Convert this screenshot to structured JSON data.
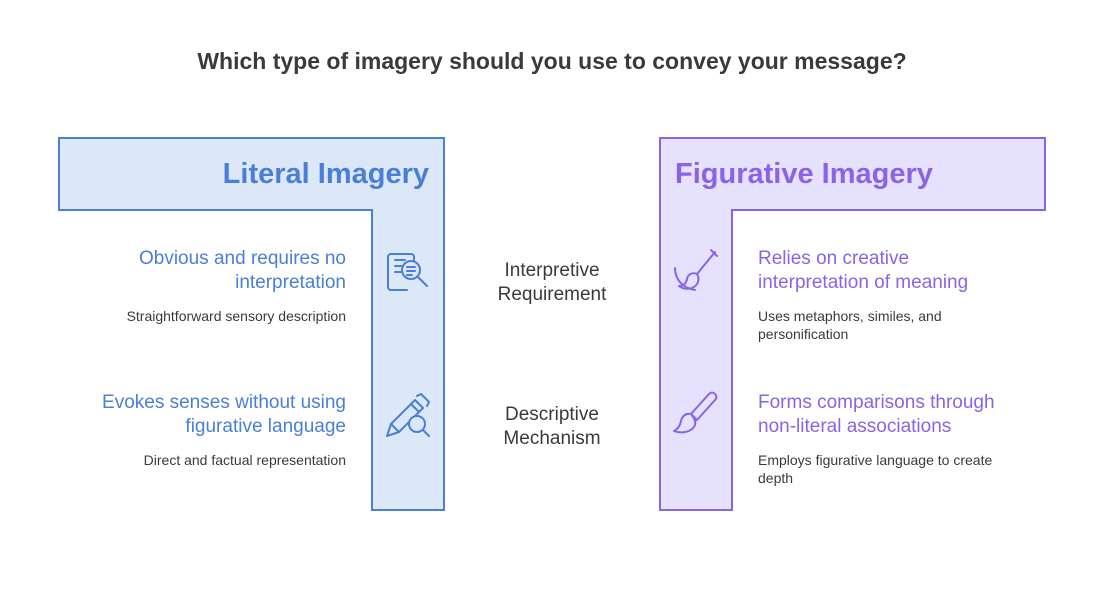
{
  "title": "Which type of imagery should you use to convey your message?",
  "left": {
    "header": "Literal Imagery",
    "items": [
      {
        "heading_line1": "Obvious and requires no",
        "heading_line2": "interpretation",
        "description": "Straightforward sensory description",
        "icon": "document-search-icon"
      },
      {
        "heading_line1": "Evokes senses without using",
        "heading_line2": "figurative language",
        "description": "Direct and factual representation",
        "icon": "pencil-magnifier-icon"
      }
    ]
  },
  "middle": {
    "rows": [
      {
        "line1": "Interpretive",
        "line2": "Requirement"
      },
      {
        "line1": "Descriptive",
        "line2": "Mechanism"
      }
    ]
  },
  "right": {
    "header": "Figurative Imagery",
    "items": [
      {
        "heading_line1": "Relies on creative",
        "heading_line2": "interpretation of meaning",
        "description_line1": "Uses metaphors, similes, and",
        "description_line2": "personification",
        "icon": "paint-brush-stroke-icon"
      },
      {
        "heading_line1": "Forms comparisons through",
        "heading_line2": "non-literal associations",
        "description_line1": "Employs figurative language to create",
        "description_line2": "depth",
        "icon": "paint-brush-icon"
      }
    ]
  },
  "colors": {
    "literal_accent": "#4a7fd6",
    "literal_fill": "#dce7f8",
    "figurative_accent": "#8a63e6",
    "figurative_fill": "#e6e1fd",
    "text": "#3a3a3a"
  }
}
